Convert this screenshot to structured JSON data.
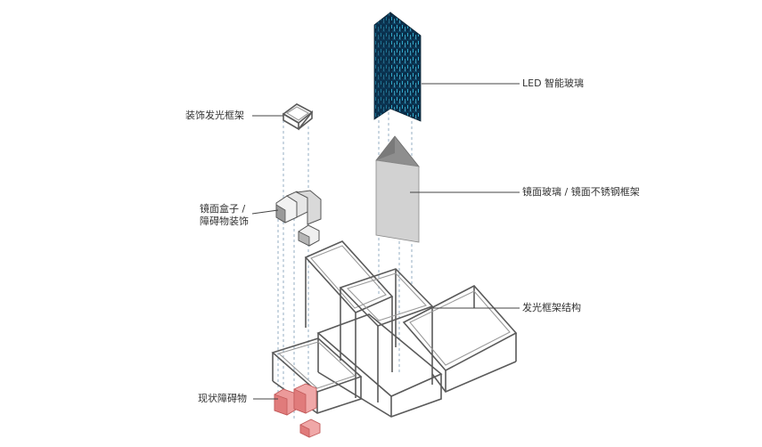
{
  "labels": {
    "decorative_frame": "装饰发光框架",
    "mirror_box_line1": "镜面盒子 /",
    "mirror_box_line2": "障碍物装饰",
    "existing_obstacle": "现状障碍物",
    "led_glass": "LED 智能玻璃",
    "mirror_glass": "镜面玻璃 / 镜面不锈钢框架",
    "light_frame": "发光框架结构"
  },
  "colors": {
    "led_dark": "#0a2a44",
    "led_bright": "#37c6e8",
    "obstacle": "#e07b7b",
    "mirror_face": "#cfcfcf",
    "mirror_roof": "#8e8e8e"
  }
}
